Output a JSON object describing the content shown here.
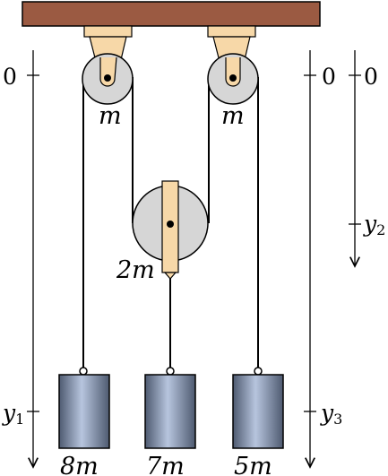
{
  "pulleys": {
    "left_mass_label": "m",
    "right_mass_label": "m",
    "middle_mass_label": "2m"
  },
  "blocks": {
    "left_label": "8m",
    "middle_label": "7m",
    "right_label": "5m"
  },
  "axes": {
    "zero_label": "0",
    "y1": {
      "letter": "y",
      "sub": "1"
    },
    "y2": {
      "letter": "y",
      "sub": "2"
    },
    "y3": {
      "letter": "y",
      "sub": "3"
    }
  },
  "colors": {
    "ceiling": "#9b5a42",
    "bracket": "#f7d8a8",
    "pulley": "#d6d6d6",
    "block_dark": "#4e5a70",
    "block_light": "#b7c5de"
  }
}
